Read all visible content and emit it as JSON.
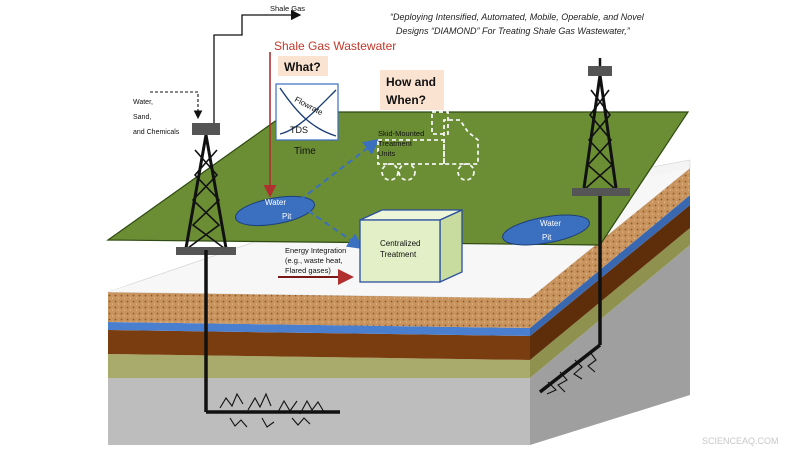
{
  "header_quote": {
    "line1": "“Deploying Intensified, Automated, Mobile, Operable, and Novel",
    "line2": "Designs “DIAMOND” For Treating Shale Gas Wastewater,”"
  },
  "labels": {
    "shale_gas": "Shale Gas",
    "inputs_line1": "Water,",
    "inputs_line2": "Sand,",
    "inputs_line3": "and Chemicals",
    "shale_gas_wastewater": "Shale Gas Wastewater",
    "what": "What?",
    "how_when_line1": "How and",
    "how_when_line2": "When?",
    "flowrate": "Flowrate",
    "tds": "TDS",
    "time": "Time",
    "skid_line1": "Skid-Mounted",
    "skid_line2": "Treatment",
    "skid_line3": "Units",
    "water_pit_left_line1": "Water",
    "water_pit_left_line2": "Pit",
    "water_pit_right_line1": "Water",
    "water_pit_right_line2": "Pit",
    "centralized_line1": "Centralized",
    "centralized_line2": "Treatment",
    "energy_line1": "Energy Integration",
    "energy_line2": "(e.g., waste heat,",
    "energy_line3": "Flared gases)",
    "watermark": "SCIENCEAQ.COM"
  },
  "colors": {
    "ground_green": "#6b8e35",
    "wastewater_red": "#c0392b",
    "water_blue": "#3b6fc0",
    "treatment_box": "#e3efc6",
    "label_bg": "#fbe3d2"
  }
}
